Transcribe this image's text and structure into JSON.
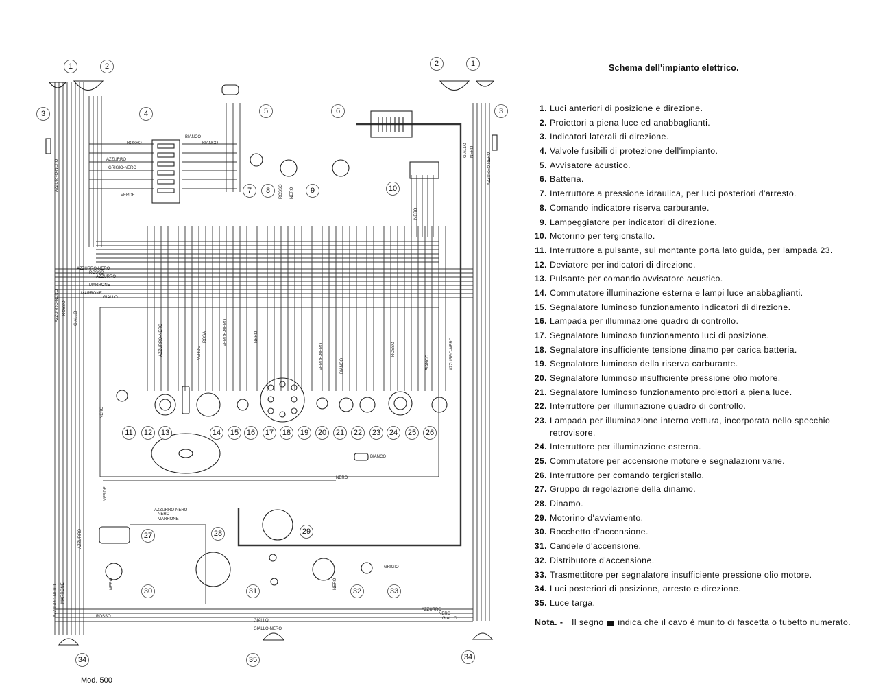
{
  "title": "Schema dell'impianto elettrico.",
  "legend": [
    {
      "num": "1.",
      "text": "Luci anteriori di posizione e direzione."
    },
    {
      "num": "2.",
      "text": "Proiettori a piena luce ed anabbaglianti."
    },
    {
      "num": "3.",
      "text": "Indicatori laterali di direzione."
    },
    {
      "num": "4.",
      "text": "Valvole fusibili di protezione dell'impianto."
    },
    {
      "num": "5.",
      "text": "Avvisatore acustico."
    },
    {
      "num": "6.",
      "text": "Batteria."
    },
    {
      "num": "7.",
      "text": "Interruttore a pressione idraulica, per luci posteriori d'arresto."
    },
    {
      "num": "8.",
      "text": "Comando indicatore riserva carburante."
    },
    {
      "num": "9.",
      "text": "Lampeggiatore per indicatori di direzione."
    },
    {
      "num": "10.",
      "text": "Motorino per tergicristallo."
    },
    {
      "num": "11.",
      "text": "Interruttore a pulsante, sul montante porta lato guida, per lampada 23."
    },
    {
      "num": "12.",
      "text": "Deviatore per indicatori di direzione."
    },
    {
      "num": "13.",
      "text": "Pulsante per comando avvisatore acustico."
    },
    {
      "num": "14.",
      "text": "Commutatore illuminazione esterna e lampi luce anabbaglianti."
    },
    {
      "num": "15.",
      "text": "Segnalatore luminoso funzionamento indicatori di direzione."
    },
    {
      "num": "16.",
      "text": "Lampada per illuminazione quadro di controllo."
    },
    {
      "num": "17.",
      "text": "Segnalatore luminoso funzionamento luci di posizione."
    },
    {
      "num": "18.",
      "text": "Segnalatore insufficiente tensione dinamo per carica batteria."
    },
    {
      "num": "19.",
      "text": "Segnalatore luminoso della riserva carburante."
    },
    {
      "num": "20.",
      "text": "Segnalatore luminoso insufficiente pressione olio motore."
    },
    {
      "num": "21.",
      "text": "Segnalatore luminoso funzionamento proiettori a piena luce."
    },
    {
      "num": "22.",
      "text": "Interruttore per illuminazione quadro di controllo."
    },
    {
      "num": "23.",
      "text": "Lampada per illuminazione interno vettura, incorporata nello specchio retrovisore."
    },
    {
      "num": "24.",
      "text": "Interruttore per illuminazione esterna."
    },
    {
      "num": "25.",
      "text": "Commutatore per accensione motore e segnalazioni varie."
    },
    {
      "num": "26.",
      "text": "Interruttore per comando tergicristallo."
    },
    {
      "num": "27.",
      "text": "Gruppo di regolazione della dinamo."
    },
    {
      "num": "28.",
      "text": "Dinamo."
    },
    {
      "num": "29.",
      "text": "Motorino d'avviamento."
    },
    {
      "num": "30.",
      "text": "Rocchetto d'accensione."
    },
    {
      "num": "31.",
      "text": "Candele d'accensione."
    },
    {
      "num": "32.",
      "text": "Distributore d'accensione."
    },
    {
      "num": "33.",
      "text": "Trasmettitore per segnalatore insufficiente pressione olio motore."
    },
    {
      "num": "34.",
      "text": "Luci posteriori di posizione, arresto e direzione."
    },
    {
      "num": "35.",
      "text": "Luce targa."
    }
  ],
  "note": {
    "label": "Nota. -",
    "text_before": "Il segno",
    "text_after": "indica che il cavo è munito di fascetta o tubetto numerato."
  },
  "footer": "Mod. 500",
  "wire_labels": {
    "azzurro_nero": "AZZURRO-NERO",
    "rosso": "ROSSO",
    "azzurro": "AZZURRO",
    "marrone": "MARRONE",
    "giallo": "GIALLO",
    "nero": "NERO",
    "bianco": "BIANCO",
    "grigio": "GRIGIO",
    "verde": "VERDE",
    "rosa": "ROSA",
    "verde_nero": "VERDE-NERO",
    "giallo_nero": "GIALLO-NERO",
    "grigio_nero": "GRIGIO-NERO"
  }
}
